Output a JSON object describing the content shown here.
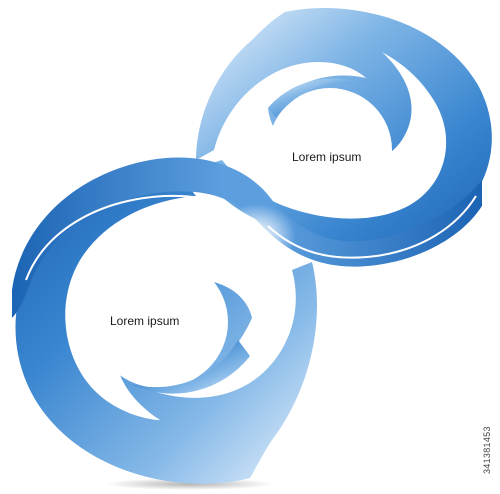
{
  "colors": {
    "background": "#ffffff",
    "band_dark": "#1c64b4",
    "band_mid": "#3a86d0",
    "band_light": "#a9cdee",
    "highlight": "#ffffff",
    "text": "#1a1a1a",
    "shadow": "#d0d0d0"
  },
  "labels": {
    "upper": "Lorem ipsum",
    "lower": "Lorem ipsum"
  },
  "stock_id": "341381453"
}
